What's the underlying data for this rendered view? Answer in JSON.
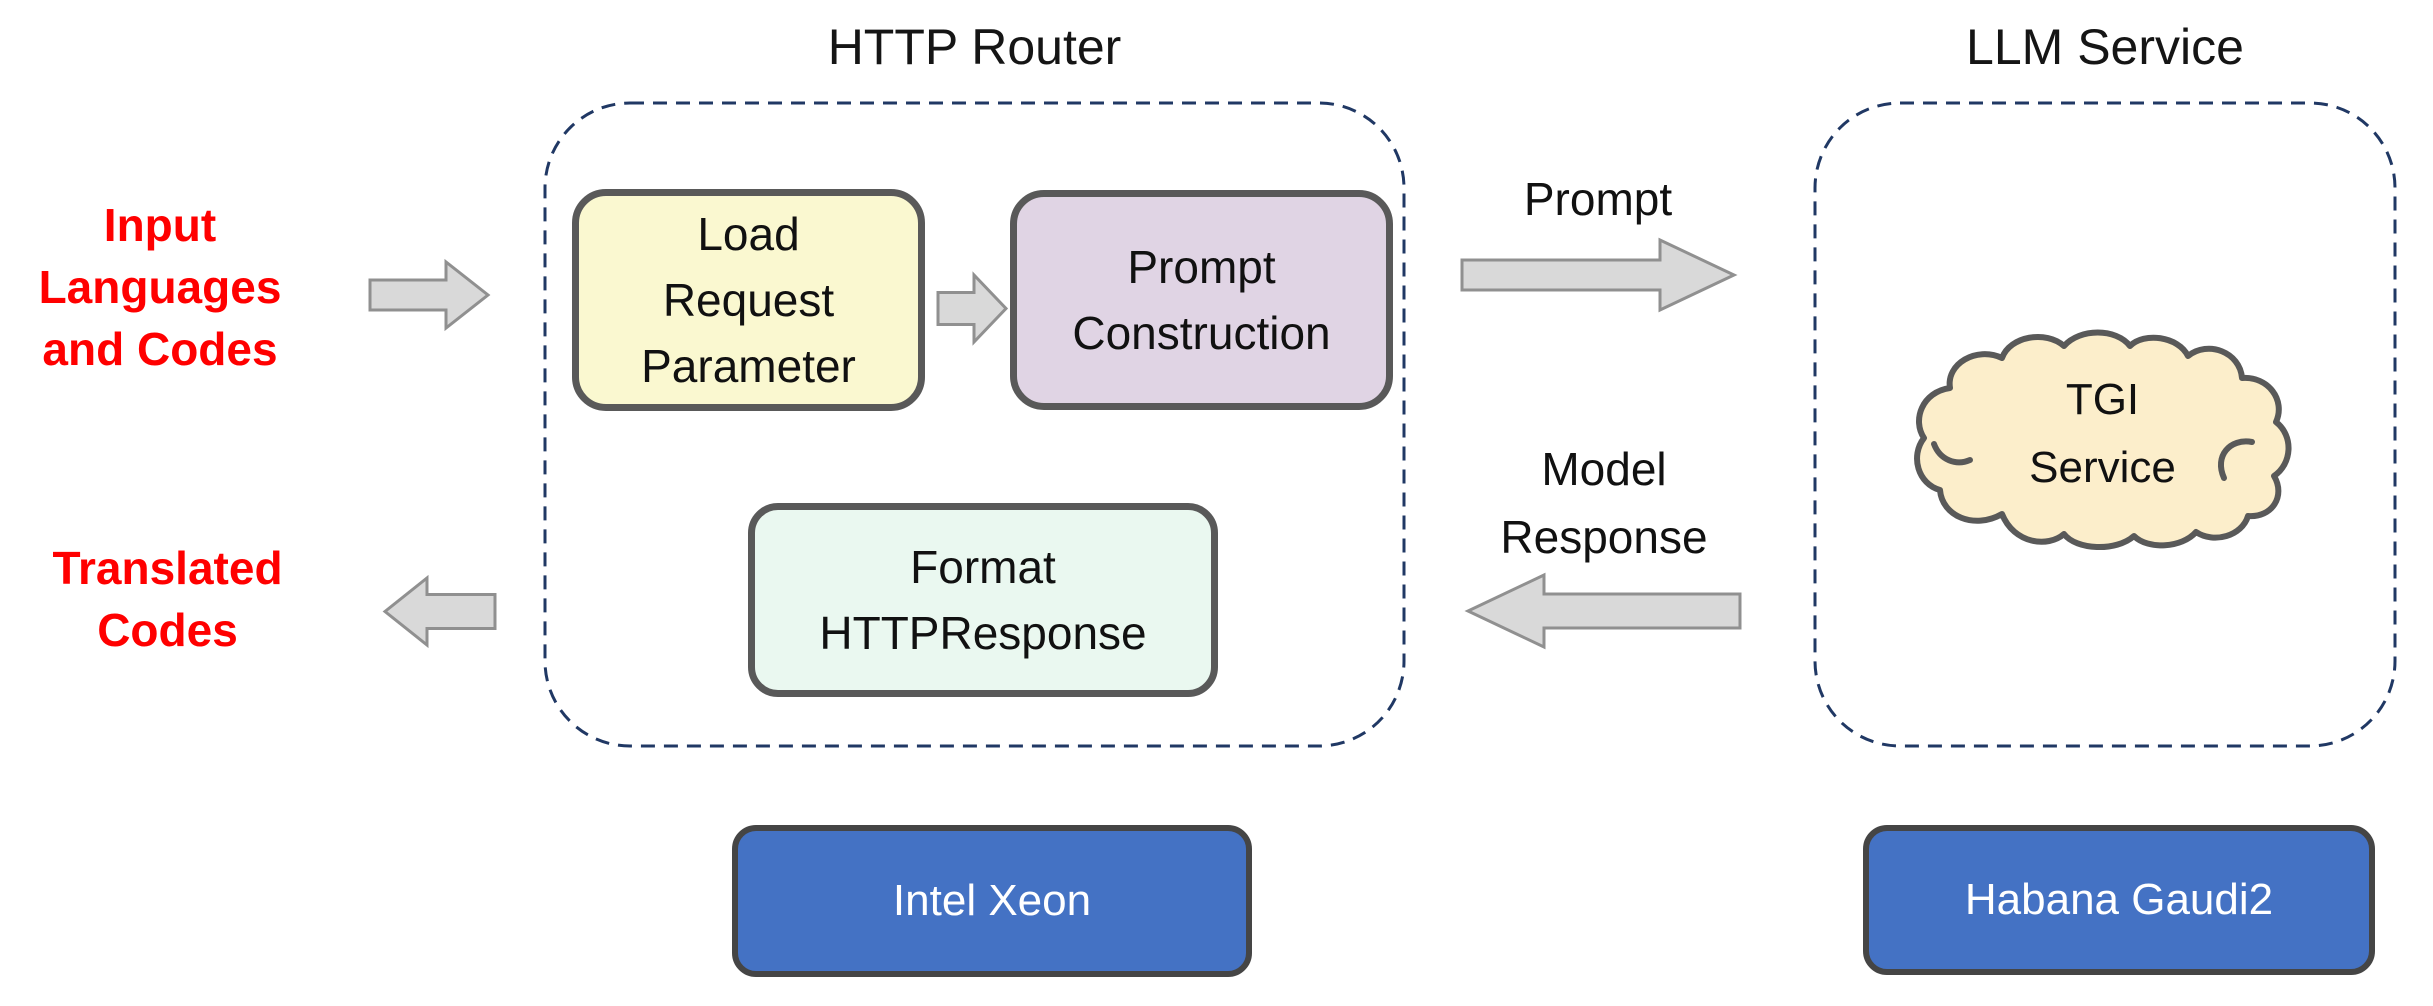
{
  "titles": {
    "http_router": "HTTP Router",
    "llm_service": "LLM Service"
  },
  "io_labels": {
    "input": "Input\nLanguages\nand Codes",
    "output": "Translated\nCodes"
  },
  "router": {
    "load_request": "Load\nRequest\nParameter",
    "prompt_construction": "Prompt\nConstruction",
    "format_response": "Format\nHTTPResponse",
    "hardware": "Intel Xeon"
  },
  "llm": {
    "cloud": "TGI\nService",
    "hardware": "Habana Gaudi2"
  },
  "flows": {
    "prompt": "Prompt",
    "model_response": "Model\nResponse"
  },
  "colors": {
    "label_red": "#FF0000",
    "dashed_navy": "#203864",
    "box_border_gray": "#595959",
    "load_box_yellow": "#FAF8D0",
    "prompt_box_purple": "#E0D4E4",
    "format_box_mint": "#EAF8F0",
    "cloud_cream": "#FCEECB",
    "hardware_blue": "#4472C4",
    "hardware_border": "#454545",
    "arrow_fill": "#D9D9D9",
    "arrow_stroke": "#909090",
    "text_black": "#1A1A1A",
    "hardware_text": "#FFFFFF"
  }
}
